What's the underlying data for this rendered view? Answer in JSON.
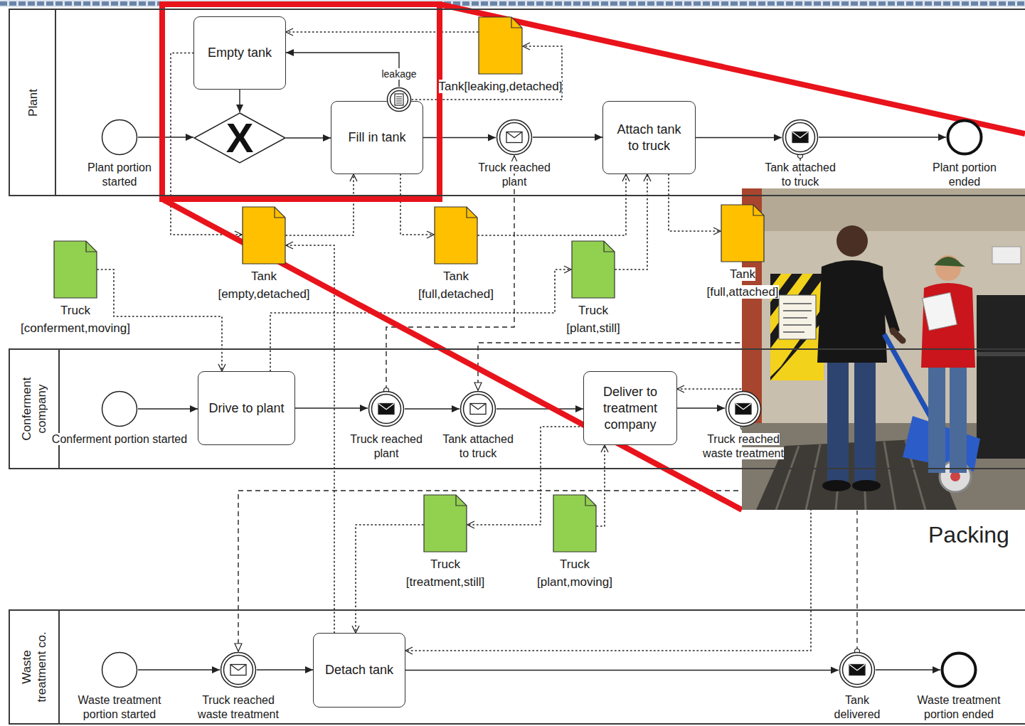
{
  "diagram": {
    "nodes": [
      {
        "text": [
          "Plant"
        ]
      },
      {
        "text": [
          "Plant portion started"
        ],
        "in": 0
      },
      {
        "text": [
          "Empty tank"
        ],
        "in": 0
      },
      {
        "text": [
          "X"
        ],
        "in": 0
      },
      {
        "text": [
          "Fill in tank"
        ],
        "in": 0
      },
      {
        "text": [
          "leakage"
        ],
        "in": 0
      },
      {
        "text": [
          "Tank[leaking,detached]"
        ],
        "in": 0
      },
      {
        "text": [
          "Truck reached plant"
        ],
        "in": 0
      },
      {
        "text": [
          "Attach tank to truck"
        ],
        "in": 0
      },
      {
        "text": [
          "Tank attached to truck"
        ],
        "in": 0
      },
      {
        "text": [
          "Plant portion ended"
        ],
        "in": 0
      },
      {
        "text": [
          "Truck [conferment,moving]"
        ]
      },
      {
        "text": [
          "Tank [empty,detached]"
        ]
      },
      {
        "text": [
          "Tank [full,detached]"
        ]
      },
      {
        "text": [
          "Truck [plant,still]"
        ]
      },
      {
        "text": [
          "Tank [full,attached]"
        ]
      },
      {
        "text": [
          "Conferment company"
        ]
      },
      {
        "text": [
          "Conferment portion started"
        ],
        "in": 16
      },
      {
        "text": [
          "Drive to plant"
        ],
        "in": 16
      },
      {
        "text": [
          "Truck reached plant"
        ],
        "in": 16
      },
      {
        "text": [
          "Tank attached to truck"
        ],
        "in": 16
      },
      {
        "text": [
          "Deliver to treatment company"
        ],
        "in": 16
      },
      {
        "text": [
          "Truck reached waste treatment"
        ],
        "in": 16
      },
      {
        "text": [
          "Truck [treatment,still]"
        ]
      },
      {
        "text": [
          "Truck [plant,moving]"
        ]
      },
      {
        "text": [
          "Waste treatment co."
        ]
      },
      {
        "text": [
          "Waste treatment portion started"
        ],
        "in": 25
      },
      {
        "text": [
          "Truck reached waste treatment"
        ],
        "in": 25
      },
      {
        "text": [
          "Detach tank"
        ],
        "in": 25
      },
      {
        "text": [
          "Tank delivered"
        ],
        "in": 25
      },
      {
        "text": [
          "Waste treatment portion ended"
        ],
        "in": 25
      }
    ],
    "edges": [
      {
        "from": 1,
        "to": 3,
        "arrow": "to"
      },
      {
        "from": 3,
        "to": 4,
        "arrow": "to"
      },
      {
        "from": 2,
        "to": 3,
        "arrow": "to"
      },
      {
        "from": 5,
        "to": 2,
        "arrow": "to"
      },
      {
        "from": 4,
        "to": 7,
        "arrow": "to"
      },
      {
        "from": 7,
        "to": 8,
        "arrow": "to"
      },
      {
        "from": 8,
        "to": 9,
        "arrow": "to"
      },
      {
        "from": 9,
        "to": 10,
        "arrow": "to"
      },
      {
        "from": 17,
        "to": 18,
        "arrow": "to"
      },
      {
        "from": 18,
        "to": 19,
        "arrow": "to"
      },
      {
        "from": 19,
        "to": 20,
        "arrow": "to"
      },
      {
        "from": 20,
        "to": 21,
        "arrow": "to"
      },
      {
        "from": 21,
        "to": 22,
        "arrow": "to"
      },
      {
        "from": 26,
        "to": 27,
        "arrow": "to"
      },
      {
        "from": 27,
        "to": 28,
        "arrow": "to"
      },
      {
        "from": 28,
        "to": 29,
        "arrow": "to"
      },
      {
        "from": 29,
        "to": 30,
        "arrow": "to"
      },
      {
        "from": 19,
        "to": 7,
        "arrow": "to"
      },
      {
        "from": 9,
        "to": 20,
        "arrow": "to"
      },
      {
        "from": 22,
        "to": 27,
        "arrow": "to"
      },
      {
        "from": 5,
        "to": 6,
        "arrow": "to"
      },
      {
        "from": 6,
        "to": 2,
        "arrow": "to"
      },
      {
        "from": 2,
        "to": 12,
        "arrow": "to"
      },
      {
        "from": 12,
        "to": 4,
        "arrow": "to"
      },
      {
        "from": 4,
        "to": 13,
        "arrow": "to"
      },
      {
        "from": 13,
        "to": 8,
        "arrow": "to"
      },
      {
        "from": 11,
        "to": 18,
        "arrow": "to"
      },
      {
        "from": 18,
        "to": 14,
        "arrow": "to"
      },
      {
        "from": 14,
        "to": 8,
        "arrow": "to"
      },
      {
        "from": 8,
        "to": 15,
        "arrow": "to"
      },
      {
        "from": 15,
        "to": 21,
        "arrow": "to"
      },
      {
        "from": 15,
        "to": 28,
        "arrow": "to"
      },
      {
        "from": 21,
        "to": 23,
        "arrow": "to"
      },
      {
        "from": 24,
        "to": 21,
        "arrow": "to"
      },
      {
        "from": 23,
        "to": 28,
        "arrow": "to"
      },
      {
        "from": 28,
        "to": 12,
        "arrow": "to"
      }
    ],
    "labels": [
      "Packing"
    ]
  }
}
